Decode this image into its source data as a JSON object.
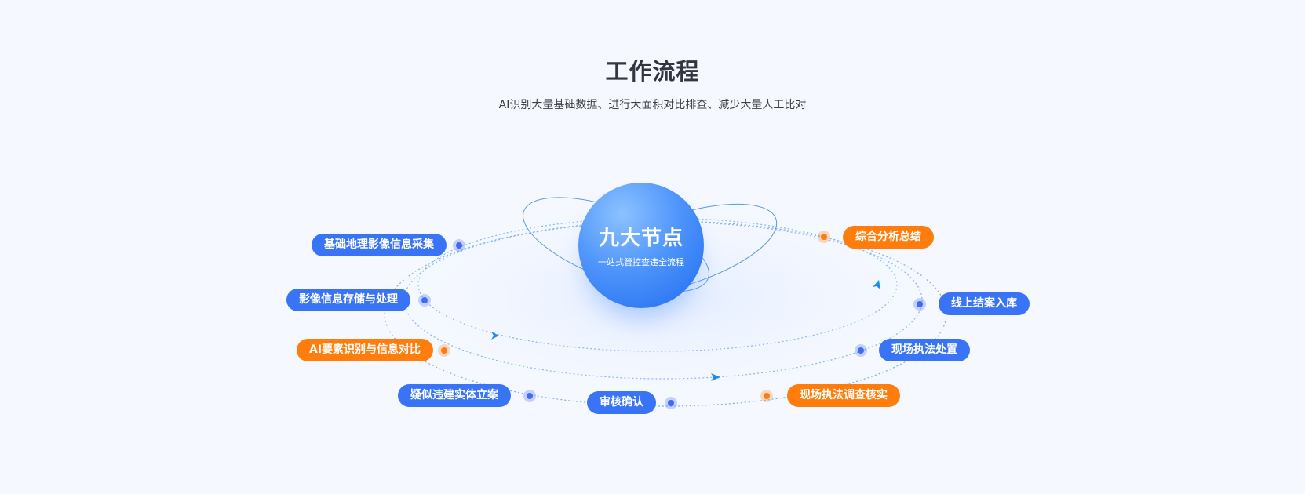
{
  "header": {
    "title": "工作流程",
    "subtitle": "AI识别大量基础数据、进行大面积对比排查、减少大量人工比对"
  },
  "hub": {
    "title": "九大节点",
    "subtitle": "一站式管控查违全流程"
  },
  "colors": {
    "blue": "#3a74f6",
    "orange": "#ff7d0d",
    "background": "#f5f8ff"
  },
  "nodes": [
    {
      "label": "基础地理影像信息采集",
      "color": "blue"
    },
    {
      "label": "影像信息存储与处理",
      "color": "blue"
    },
    {
      "label": "AI要素识别与信息对比",
      "color": "orange"
    },
    {
      "label": "疑似违建实体立案",
      "color": "blue"
    },
    {
      "label": "审核确认",
      "color": "blue"
    },
    {
      "label": "现场执法调查核实",
      "color": "orange"
    },
    {
      "label": "现场执法处置",
      "color": "blue"
    },
    {
      "label": "线上结案入库",
      "color": "blue"
    },
    {
      "label": "综合分析总结",
      "color": "orange"
    }
  ]
}
